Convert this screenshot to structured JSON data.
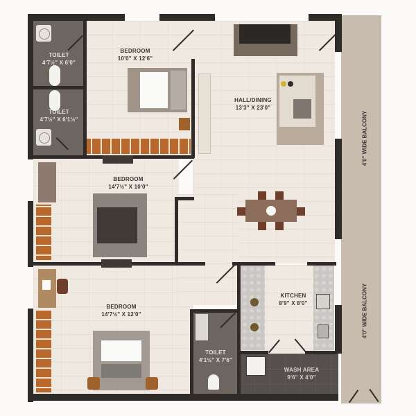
{
  "plan": {
    "type": "apartment floor plan",
    "rooms": [
      {
        "id": "toilet_1",
        "name": "TOILET",
        "size": "4'7½\" X 6'0\""
      },
      {
        "id": "toilet_2",
        "name": "TOILET",
        "size": "4'7½\" X 6'1½\""
      },
      {
        "id": "bedroom_1",
        "name": "BEDROOM",
        "size": "10'0\" X 12'6\""
      },
      {
        "id": "hall_dining",
        "name": "HALL/DINING",
        "size": "13'3\" X 23'0\""
      },
      {
        "id": "bedroom_2",
        "name": "BEDROOM",
        "size": "14'7½\" X 10'0\""
      },
      {
        "id": "bedroom_3",
        "name": "BEDROOM",
        "size": "14'7½\" X 12'0\""
      },
      {
        "id": "kitchen",
        "name": "KITCHEN",
        "size": "8'9\" X 8'0\""
      },
      {
        "id": "toilet_3",
        "name": "TOILET",
        "size": "4'1½\" X 7'6\""
      },
      {
        "id": "wash_area",
        "name": "WASH AREA",
        "size": "9'6\" X 4'0\""
      }
    ],
    "balconies": [
      {
        "id": "balcony_upper",
        "label": "4'0\" WIDE BALCONY"
      },
      {
        "id": "balcony_lower",
        "label": "4'0\" WIDE BALCONY"
      }
    ],
    "colors": {
      "wall": "#2f2b29",
      "floor": "#efe9e1",
      "wet_area": "#6d6560",
      "balcony": "#c8bcaf",
      "wardrobe": "#b8682b"
    }
  }
}
